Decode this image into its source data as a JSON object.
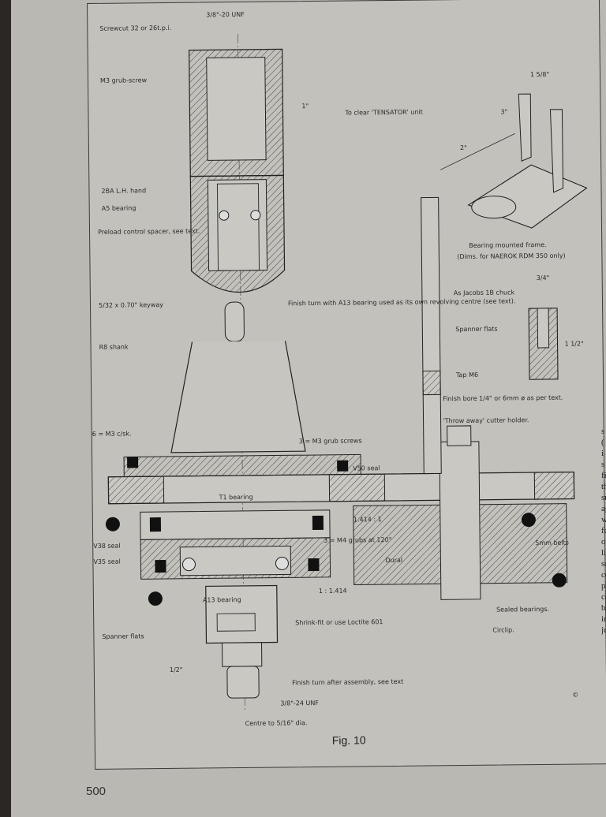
{
  "figure": {
    "caption": "Fig. 10",
    "copyright_mark": "©",
    "labels": {
      "thread_top": "3/8\"-20 UNF",
      "screwcut": "Screwcut 32 or 26t.p.i.",
      "grub_screw": "M3 grub-screw",
      "dim_1in": "1\"",
      "left_hand": "2BA L.H. hand",
      "a5_bearing": "A5 bearing",
      "preload": "Preload control spacer, see text.",
      "keyway": "5/32 x 0.70\" keyway",
      "shank": "R8 shank",
      "finish_turn": "Finish turn with A13 bearing used as its own revolving centre (see text).",
      "tensator": "To clear 'TENSATOR' unit",
      "dim_1_5_8": "1 5/8\"",
      "dim_3": "3\"",
      "dim_2": "2\"",
      "bearing_frame": "Bearing mounted frame.",
      "frame_dims": "(Dims. for NAEROK RDM 350 only)",
      "jacobs": "As Jacobs 1B chuck",
      "dim_3_4": "3/4\"",
      "spanner_flats_right": "Spanner flats",
      "dim_1_1_2": "1 1/2\"",
      "tap_m6": "Tap M6",
      "finish_bore": "Finish bore 1/4\" or 6mm ø as per text.",
      "throwaway": "'Throw away' cutter holder.",
      "csk": "6 = M3 c/sk.",
      "grub_screws_3": "3 = M3 grub screws",
      "v50": "V50 seal",
      "t1_bearing": "T1 bearing",
      "ratio_top": "1.414 : 1",
      "v38": "V38 seal",
      "v35": "V35 seal",
      "grubs_120": "3 = M4 grubs at 120°",
      "dural": "Dural",
      "belts": "5mm belts",
      "ratio_bottom": "1 : 1.414",
      "a13_bearing": "A13 bearing",
      "sealed_bearings": "Sealed bearings.",
      "spanner_flats_left": "Spanner flats",
      "shrink_fit": "Shrink-fit or use Loctite 601",
      "circlip": "Circlip.",
      "dim_half": "1/2\"",
      "finish_after": "Finish turn after assembly, see text",
      "thread_bottom": "3/8\"-24 UNF",
      "centre": "Centre to 5/16\" dia."
    }
  },
  "page_number": "500",
  "adjacent_column_fragments": [
    "s",
    "(",
    "i",
    "s",
    "fi",
    "th",
    "su",
    "ag",
    "wi",
    "fee",
    "ow",
    "lik",
    "son",
    "con",
    "pov",
    "cos",
    "big",
    "inde",
    "just"
  ]
}
